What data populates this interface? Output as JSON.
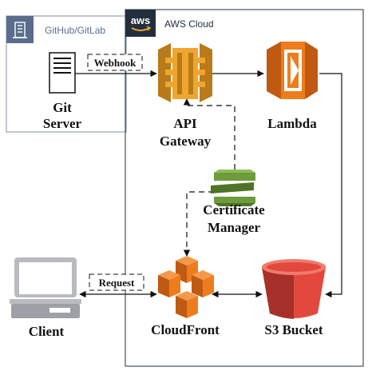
{
  "groups": {
    "github": {
      "label": "GitHub/GitLab"
    },
    "aws": {
      "label": "AWS Cloud",
      "logo_text": "aws"
    }
  },
  "nodes": {
    "git_server": {
      "line1": "Git",
      "line2": "Server"
    },
    "api_gateway": {
      "line1": "API",
      "line2": "Gateway"
    },
    "lambda": {
      "label": "Lambda"
    },
    "cert_manager": {
      "line1": "Certificate",
      "line2": "Manager"
    },
    "client": {
      "label": "Client"
    },
    "cloudfront": {
      "label": "CloudFront"
    },
    "s3": {
      "label": "S3 Bucket"
    }
  },
  "edges": {
    "webhook": {
      "label": "Webhook"
    },
    "request": {
      "label": "Request"
    }
  },
  "colors": {
    "aws_orange": "#ED7D1C",
    "aws_dark_orange": "#C05A12",
    "apigw_gold": "#F0A52E",
    "apigw_dark": "#B97A1A",
    "s3_red": "#E2493C",
    "s3_dark": "#A8302A",
    "acm_green": "#6E9B3B",
    "acm_dark": "#4E7427",
    "github_blue": "#5A6E8C",
    "aws_dark": "#232F3E",
    "border_gray": "#9AA0A8",
    "client_gray": "#B8BCC1"
  }
}
